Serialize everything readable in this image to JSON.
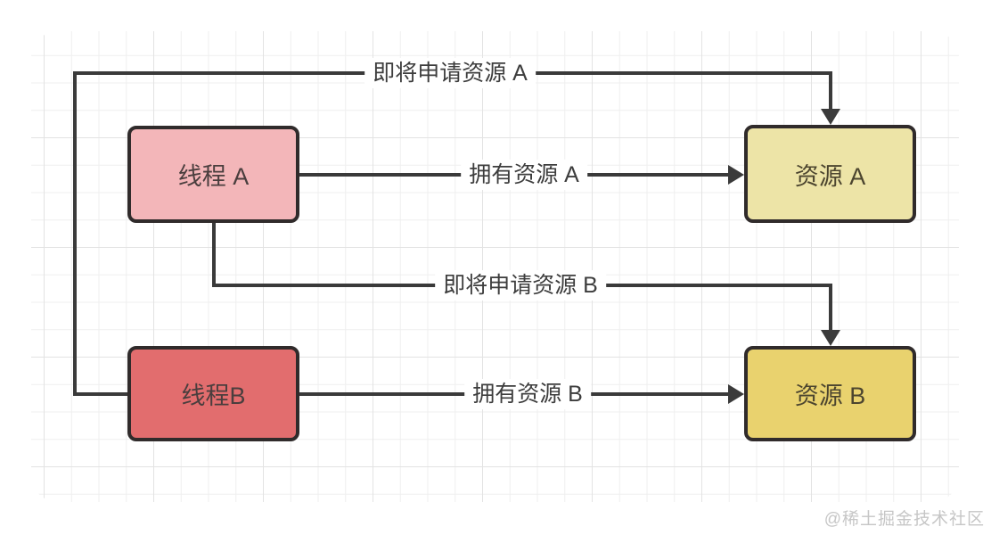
{
  "diagram": {
    "type": "deadlock-diagram",
    "nodes": [
      {
        "id": "thread-a",
        "label": "线程 A",
        "fill": "#f3b6b9"
      },
      {
        "id": "thread-b",
        "label": "线程B",
        "fill": "#e26d6e"
      },
      {
        "id": "resource-a",
        "label": "资源 A",
        "fill": "#ede4a7"
      },
      {
        "id": "resource-b",
        "label": "资源 B",
        "fill": "#e9d26e"
      }
    ],
    "edges": [
      {
        "id": "request-a",
        "label": "即将申请资源 A",
        "from": "线程B",
        "to": "资源 A",
        "arrow": "into top of 资源 A"
      },
      {
        "id": "owns-a",
        "label": "拥有资源 A",
        "from": "线程 A",
        "to": "资源 A",
        "arrow": "into left of 资源 A"
      },
      {
        "id": "request-b",
        "label": "即将申请资源 B",
        "from": "线程 A",
        "to": "资源 B",
        "arrow": "into top of 资源 B"
      },
      {
        "id": "owns-b",
        "label": "拥有资源 B",
        "from": "线程B",
        "to": "资源 B",
        "arrow": "into left of 资源 B"
      }
    ],
    "watermark": "@稀土掘金技术社区",
    "colors": {
      "line": "#3a3a3a",
      "node_border": "#302b2b",
      "grid_minor": "#efefef",
      "grid_major": "#e3e3e3",
      "canvas_bg": "#ffffff",
      "watermark": "#c6c6c6"
    }
  }
}
